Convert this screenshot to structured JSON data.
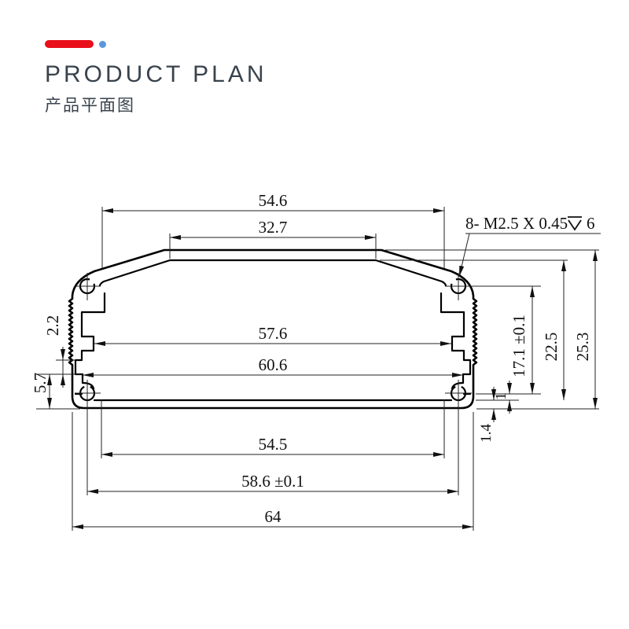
{
  "header": {
    "title": "PRODUCT PLAN",
    "subtitle": "产品平面图",
    "accent_bar_color": "#e80f1a",
    "accent_dot_color": "#5b97dd",
    "text_color": "#39434d"
  },
  "drawing": {
    "line_color": "#111111",
    "note": {
      "prefix": "8- M2.5 X 0.45",
      "suffix": "6",
      "symbol": "thread-depth-symbol"
    },
    "dims": {
      "w_top_outer": "54.6",
      "w_top_inner": "32.7",
      "w_mid_upper": "57.6",
      "w_mid_lower": "60.6",
      "h_groove": "2.2",
      "h_wall_lower": "5.7",
      "h_boss_to_floor": "17.1 ±0.1",
      "h_cavity": "22.5",
      "h_overall": "25.3",
      "h_floor_step": "1",
      "h_base_plate": "1.4",
      "w_bottom_inner": "54.5",
      "w_bottom_bosses": "58.6 ±0.1",
      "w_overall": "64"
    }
  }
}
